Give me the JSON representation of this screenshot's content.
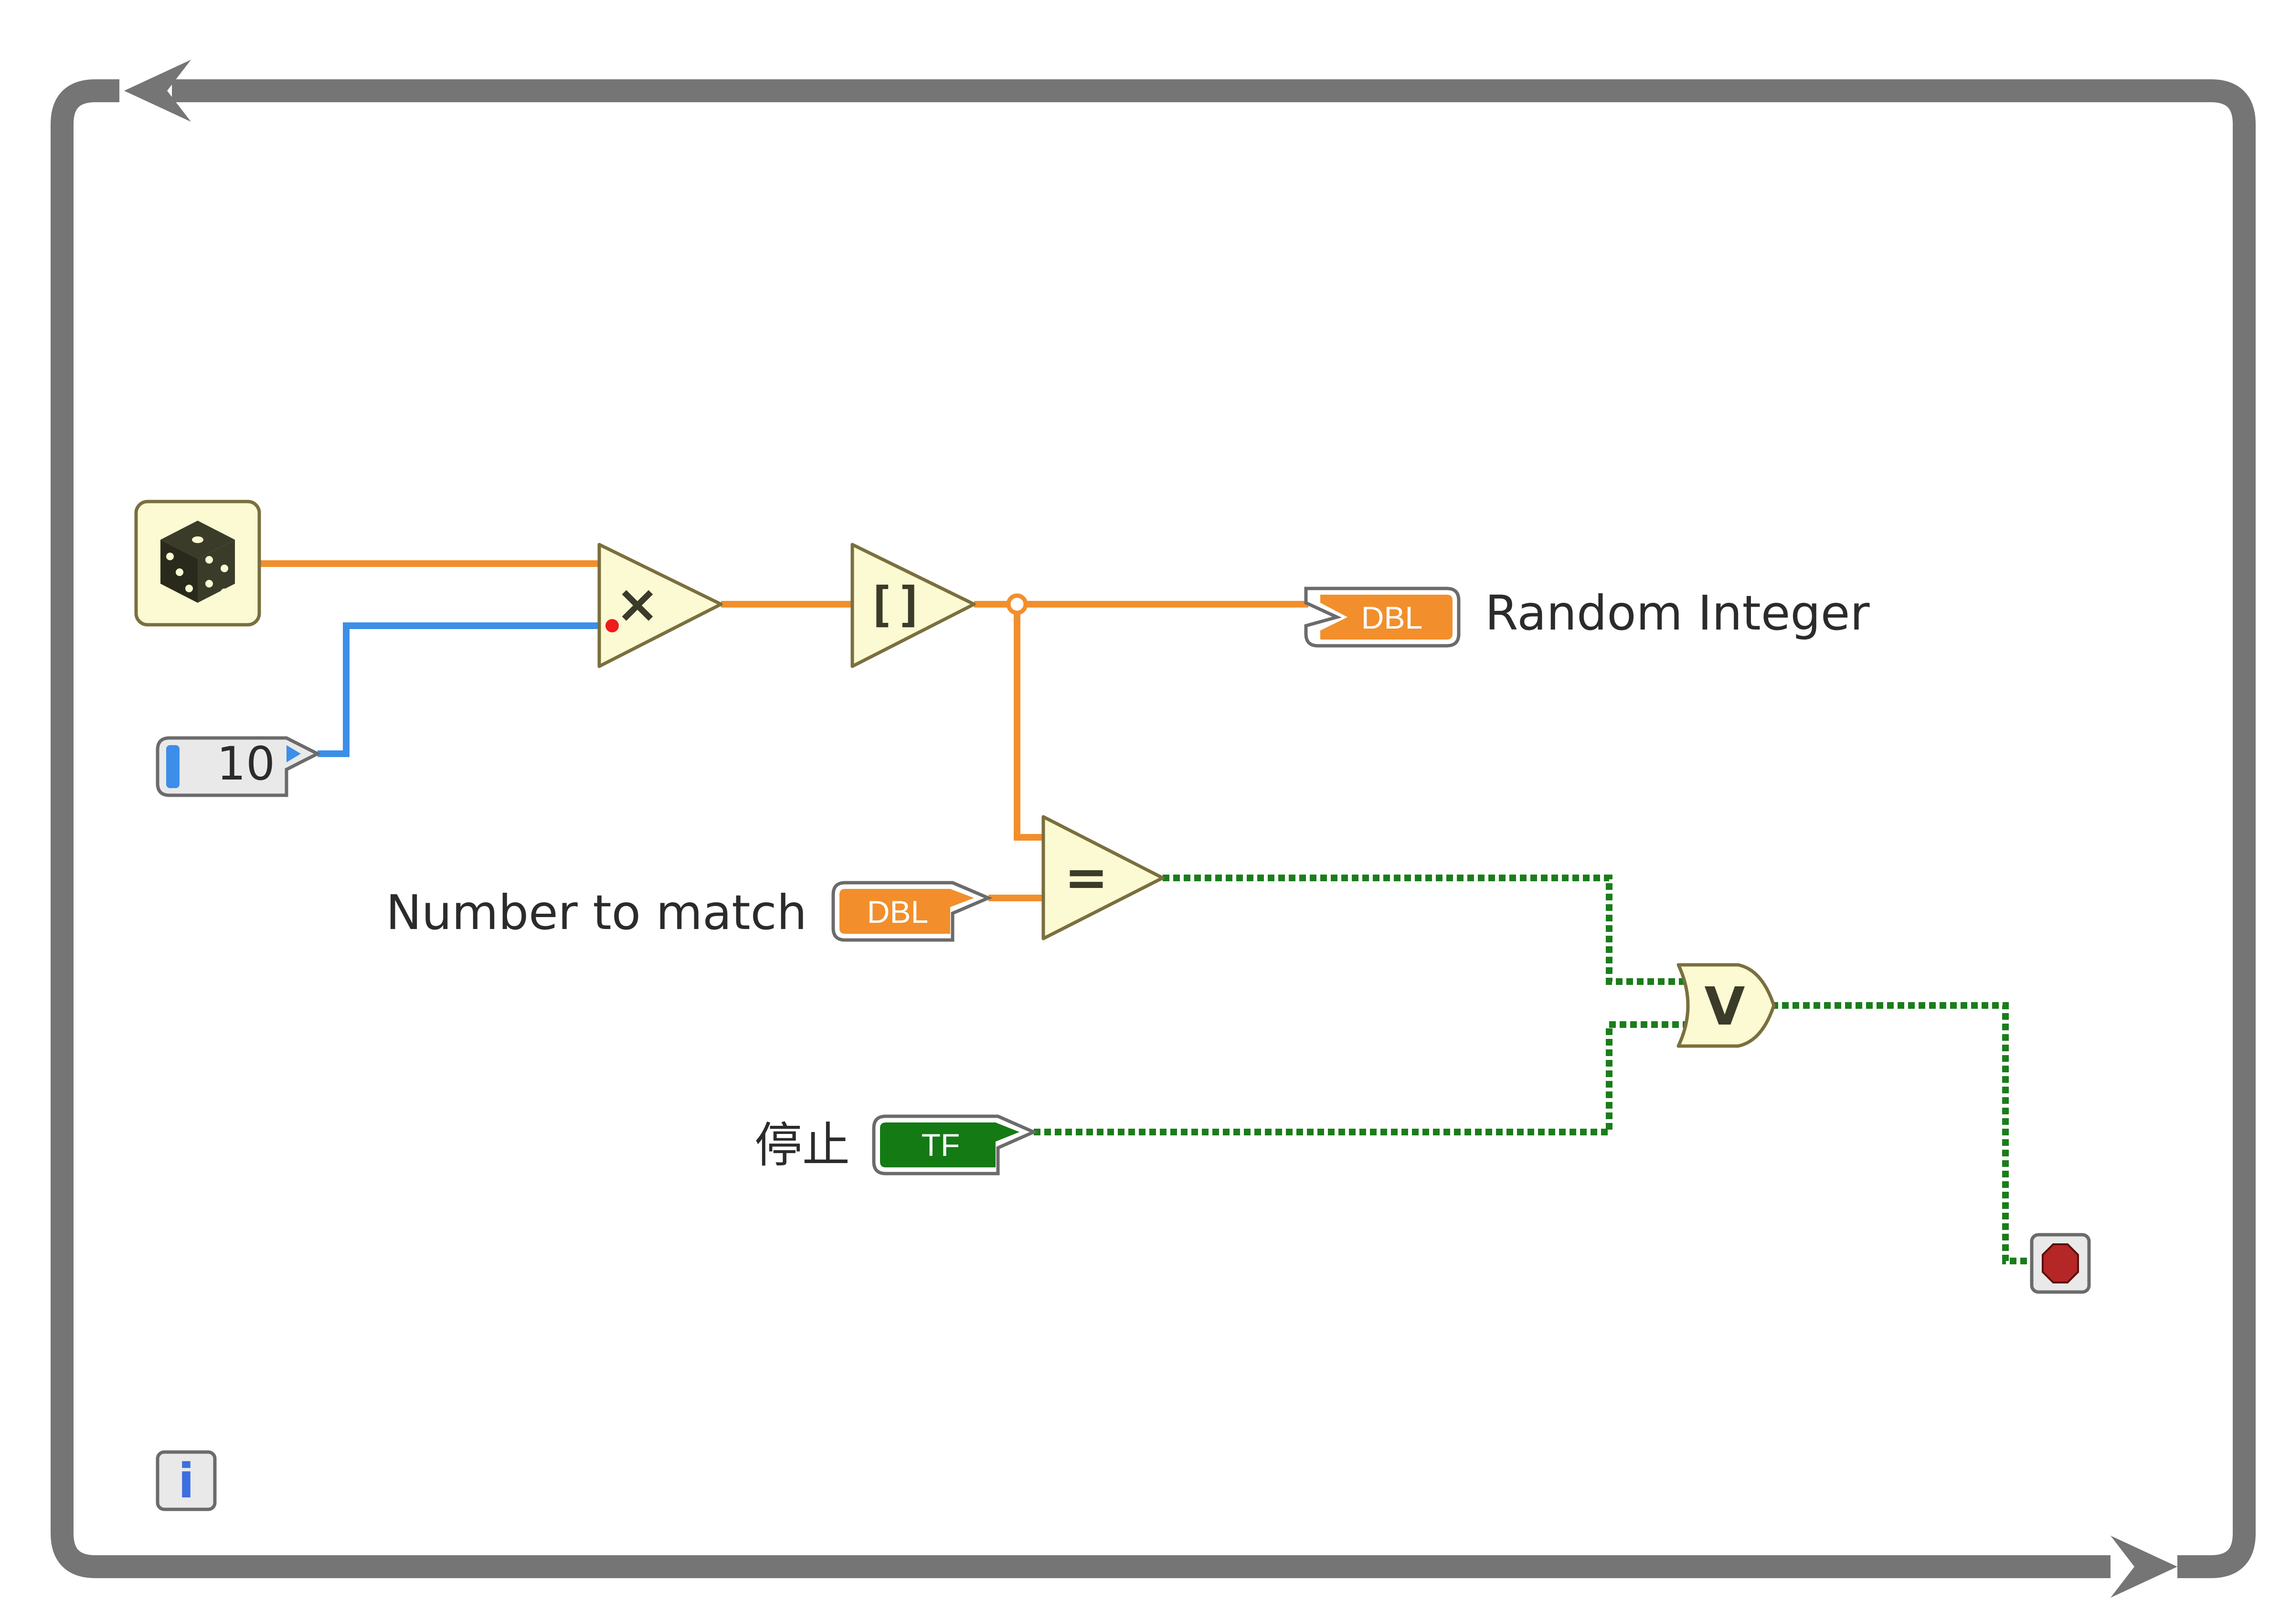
{
  "block_diagram": {
    "numeric_constant": {
      "value": "10"
    },
    "random_indicator": {
      "type_badge": "DBL",
      "label": "Random Integer"
    },
    "match_control": {
      "type_badge": "DBL",
      "label": "Number to match"
    },
    "stop_control": {
      "type_badge": "TF",
      "label": "停止"
    },
    "functions": {
      "multiply_symbol": "×",
      "round_symbol": "[]",
      "equal_symbol": "=",
      "or_symbol": "V"
    },
    "loop_iteration": {
      "symbol": "i"
    },
    "colors": {
      "loop_border": "#757575",
      "double_wire": "#f28f2c",
      "integer_wire": "#3d8ee8",
      "boolean_wire": "#1a7d1a",
      "function_fill": "#fbfad3",
      "function_stroke": "#7a6f3e",
      "stop_red": "#b52626"
    },
    "icons": {
      "random_number": "dice-icon",
      "loop_condition": "stop-sign-icon",
      "iteration": "info-i-icon"
    }
  }
}
